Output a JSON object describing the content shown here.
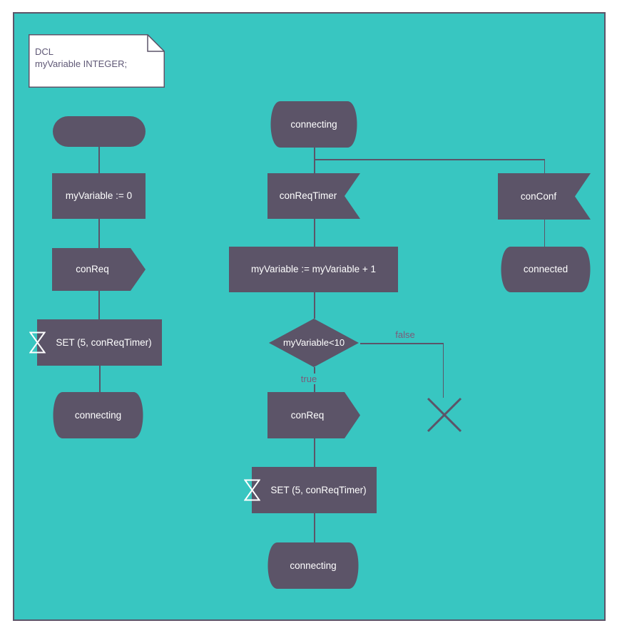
{
  "note": {
    "text": "DCL\nmyVariable INTEGER;"
  },
  "shapes": {
    "left_start": "",
    "left_task": "myVariable := 0",
    "left_output": "conReq",
    "left_set": "SET (5, conReqTimer)",
    "left_state": "connecting",
    "mid_state_top": "connecting",
    "mid_input": "conReqTimer",
    "mid_task": "myVariable := myVariable + 1",
    "decision": "myVariable<10",
    "mid_output": "conReq",
    "mid_set": "SET (5, conReqTimer)",
    "mid_state_bottom": "connecting",
    "right_input": "conConf",
    "right_state": "connected"
  },
  "labels": {
    "true": "true",
    "false": "false"
  },
  "colors": {
    "canvas_background": "#38c6c1",
    "shape_fill": "#5c5468",
    "shape_text": "#ffffff",
    "branch_label_text": "#7d5a78",
    "note_fill": "#ffffff",
    "note_text": "#5f5876",
    "connector_line": "#5c5468"
  }
}
